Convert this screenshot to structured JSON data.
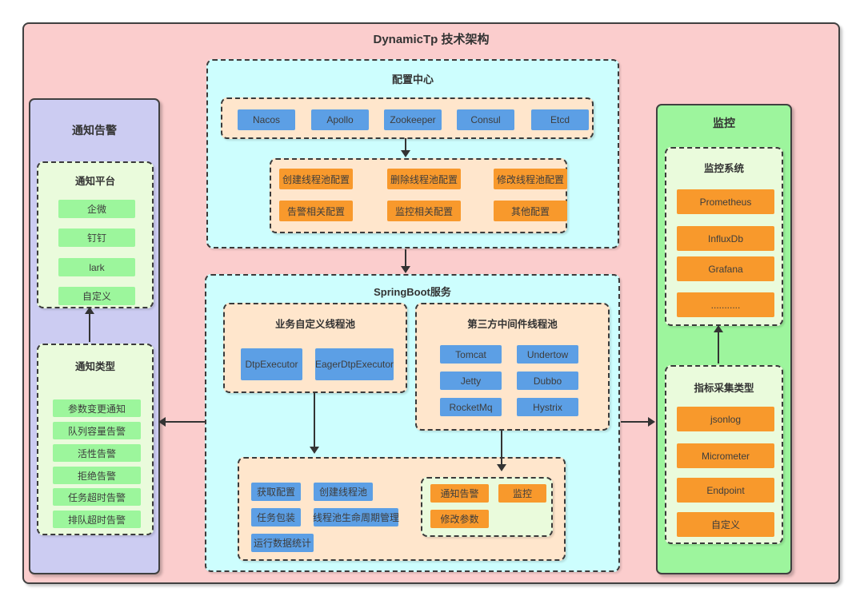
{
  "title": "DynamicTp 技术架构",
  "palette": {
    "background": "#FBCDCD",
    "cyan_container": "#CDFEFE",
    "peach_container": "#FFE6CC",
    "lavender_panel": "#CCCCF2",
    "green_panel": "#9DF59D",
    "light_green_container": "#EAFBDC",
    "blue_box": "#5C9FE5",
    "orange_box": "#F8992C",
    "green_box": "#9CF69C",
    "border": "#3A3A3A"
  },
  "config_center": {
    "title": "配置中心",
    "registries": [
      "Nacos",
      "Apollo",
      "Zookeeper",
      "Consul",
      "Etcd"
    ],
    "config_items": [
      "创建线程池配置",
      "删除线程池配置",
      "修改线程池配置",
      "告警相关配置",
      "监控相关配置",
      "其他配置"
    ]
  },
  "springboot": {
    "title": "SpringBoot服务",
    "biz_pool": {
      "title": "业务自定义线程池",
      "items": [
        "DtpExecutor",
        "EagerDtpExecutor"
      ]
    },
    "third_party_pool": {
      "title": "第三方中间件线程池",
      "items": [
        "Tomcat",
        "Undertow",
        "Jetty",
        "Dubbo",
        "RocketMq",
        "Hystrix"
      ]
    },
    "core_functions": [
      "获取配置",
      "创建线程池",
      "任务包装",
      "线程池生命周期管理",
      "运行数据统计"
    ],
    "actions": [
      "通知告警",
      "监控",
      "修改参数"
    ]
  },
  "notify_panel": {
    "title": "通知告警",
    "platforms": {
      "title": "通知平台",
      "items": [
        "企微",
        "钉钉",
        "lark",
        "自定义"
      ]
    },
    "types": {
      "title": "通知类型",
      "items": [
        "参数变更通知",
        "队列容量告警",
        "活性告警",
        "拒绝告警",
        "任务超时告警",
        "排队超时告警"
      ]
    }
  },
  "monitor_panel": {
    "title": "监控",
    "systems": {
      "title": "监控系统",
      "items": [
        "Prometheus",
        "InfluxDb",
        "Grafana",
        "..........."
      ]
    },
    "metrics": {
      "title": "指标采集类型",
      "items": [
        "jsonlog",
        "Micrometer",
        "Endpoint",
        "自定义"
      ]
    }
  }
}
